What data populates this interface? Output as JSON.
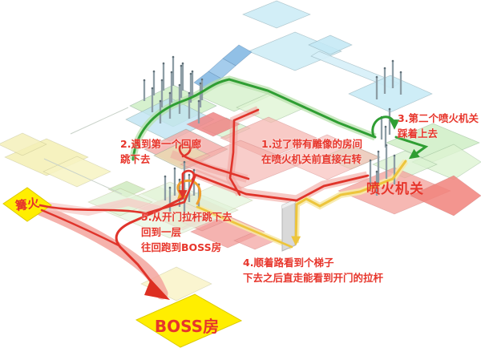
{
  "map": {
    "title_hint": "isometric dungeon route map",
    "labels": {
      "bonfire": "篝火",
      "boss_room": "BOSS房",
      "flame_trap": "喷火机关"
    },
    "annotations": [
      {
        "text": "1.过了带有雕像的房间\n在喷火机关前直接右转"
      },
      {
        "text": "2.遇到第一个回廊\n跳下去"
      },
      {
        "text": "3.第二个喷火机关\n踩着上去"
      },
      {
        "text": "4.顺着路看到个梯子\n下去之后直走能看到开门的拉杆"
      },
      {
        "text": "5.从开门拉杆跳下去\n回到一层\n往回跑到BOSS房"
      }
    ],
    "routes": [
      {
        "name": "main-red-route",
        "color": "#e0342b"
      },
      {
        "name": "corridor-green-route",
        "color": "#2f9e33"
      },
      {
        "name": "ladder-yellow-route",
        "color": "#edc53c"
      },
      {
        "name": "lever-orange-arrow",
        "color": "#ef9f2e"
      }
    ],
    "colors": {
      "annotation_text": "#e7352b",
      "label_bg": "#ffee00",
      "platform_cyan": "#cdecf6",
      "platform_blue_ramp": "#85b9e3",
      "platform_green": "#cfeec6",
      "platform_pink": "#f4aba6",
      "platform_strong_pink": "#f1837b",
      "platform_yellow": "#f6f1bd",
      "pillar": "#8d9da5",
      "ladder": "#d9d9d9"
    }
  }
}
